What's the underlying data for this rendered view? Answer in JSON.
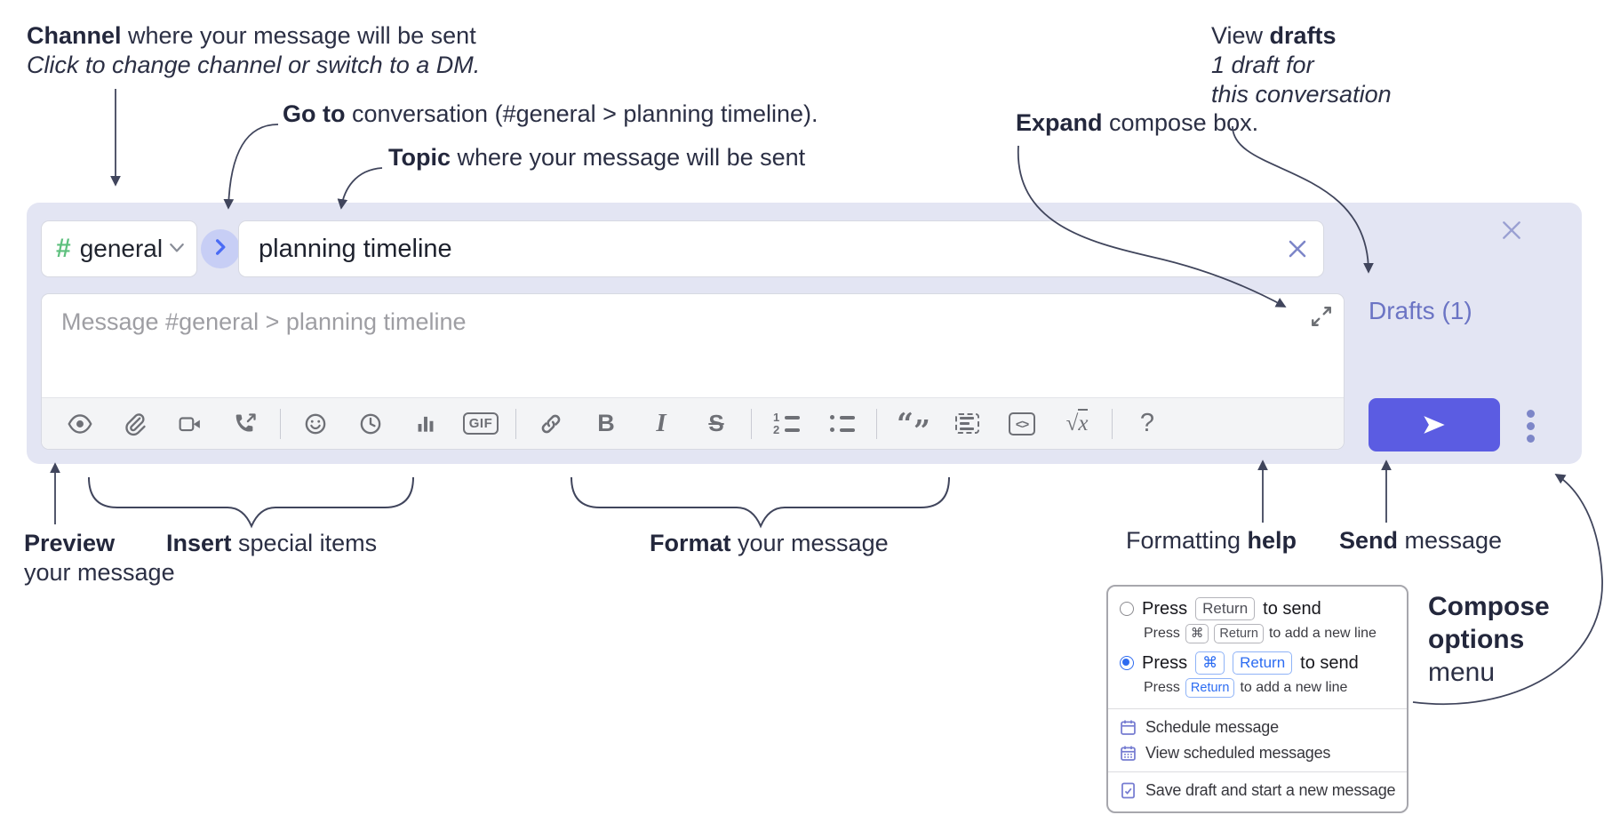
{
  "annotations": {
    "channel": {
      "bold": "Channel",
      "rest": " where your message will be sent",
      "line2": "Click to change channel or switch to a DM."
    },
    "goto": {
      "bold": "Go to",
      "rest": " conversation (#general > planning timeline)."
    },
    "topic": {
      "bold": "Topic",
      "rest": " where your message will be sent"
    },
    "expand": {
      "bold": "Expand",
      "rest": " compose box."
    },
    "view_drafts": {
      "pre": "View ",
      "bold": "drafts",
      "line2": "1 draft for",
      "line3": "this conversation"
    },
    "preview": {
      "bold": "Preview",
      "line2": "your message"
    },
    "insert": {
      "bold": "Insert",
      "rest": " special items"
    },
    "format": {
      "bold": "Format",
      "rest": " your message"
    },
    "formatting_help": {
      "pre": "Formatting ",
      "bold": "help"
    },
    "send": {
      "bold": "Send",
      "rest": " message"
    },
    "compose_options": {
      "bold1": "Compose",
      "bold2": "options",
      "rest": "menu"
    }
  },
  "compose": {
    "channel_hash": "#",
    "channel_name": "general",
    "topic_value": "planning timeline",
    "message_placeholder": "Message #general > planning timeline",
    "drafts_label": "Drafts (1)"
  },
  "toolbar": {
    "gif_label": "GIF",
    "bold_glyph": "B",
    "italic_glyph": "I",
    "strike_glyph": "S",
    "quote_open": "“",
    "quote_close": "”",
    "num1": "1",
    "num2": "2",
    "code_glyph": "<>",
    "sqrt_glyph": "√",
    "x_glyph": "x",
    "help_glyph": "?",
    "icon_names": [
      "eye-icon",
      "paperclip-icon",
      "video-camera-icon",
      "phone-call-icon",
      "smiley-icon",
      "clock-icon",
      "bar-chart-icon",
      "gif-icon",
      "link-icon",
      "bold-icon",
      "italic-icon",
      "strikethrough-icon",
      "numbered-list-icon",
      "bulleted-list-icon",
      "quote-icon",
      "spoiler-icon",
      "code-icon",
      "math-icon",
      "help-icon"
    ]
  },
  "compose_menu": {
    "opt_return": {
      "press": "Press",
      "key_return": "Return",
      "suffix": "to send",
      "sub_press": "Press",
      "sub_key_cmd": "⌘",
      "sub_key_return": "Return",
      "sub_suffix": "to add a new line"
    },
    "opt_cmd_return": {
      "press": "Press",
      "key_cmd": "⌘",
      "key_return": "Return",
      "suffix": "to send",
      "sub_press": "Press",
      "sub_key_return": "Return",
      "sub_suffix": "to add a new line"
    },
    "items": [
      {
        "label": "Schedule message"
      },
      {
        "label": "View scheduled messages"
      },
      {
        "label": "Save draft and start a new message"
      }
    ]
  },
  "colors": {
    "compose_background": "#e3e5f3",
    "send_button": "#5b5ce2",
    "drafts_link": "#6b74c4",
    "channel_hash_green": "#5ec07e",
    "goto_circle": "#c7cef5",
    "goto_chevron": "#4a6bf5",
    "toolbar_icon_gray": "#6e7076",
    "radio_selected_blue": "#2e6bf0",
    "menu_icon_purple": "#767cd1",
    "annotation_ink": "#2b2f44"
  }
}
